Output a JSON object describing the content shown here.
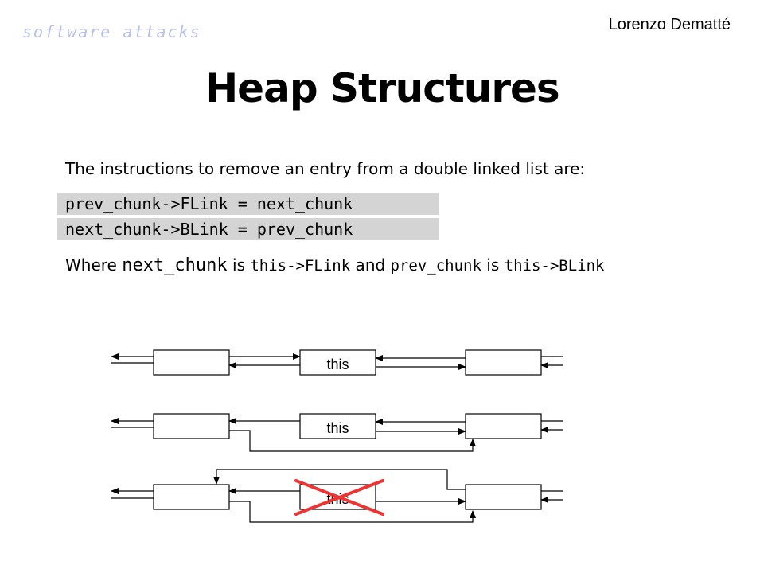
{
  "header": {
    "brand": "software attacks",
    "author": "Lorenzo Dematté"
  },
  "slide": {
    "title": "Heap Structures",
    "intro": "The instructions to remove an entry from a double linked list are:",
    "code_lines": [
      "prev_chunk->FLink = next_chunk",
      "next_chunk->BLink = prev_chunk"
    ],
    "where": {
      "w1": "Where ",
      "c1": "next_chunk",
      "w2": " is ",
      "c2": "this->FLink",
      "w3": " and ",
      "c3": "prev_chunk",
      "w4": " is ",
      "c4": "this->BLink"
    }
  },
  "diagram": {
    "node_label": "this",
    "cross_color": "#ee3333"
  }
}
